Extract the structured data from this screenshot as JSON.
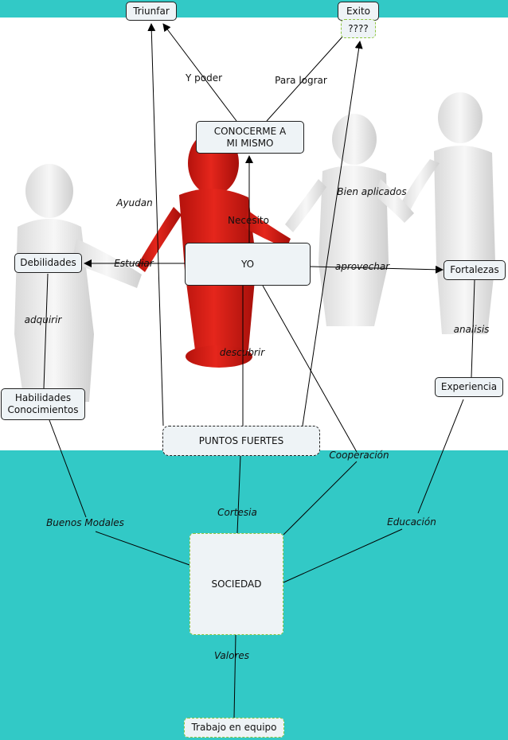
{
  "colors": {
    "background": "#32c9c6",
    "figure_red": "#e02219",
    "figure_white": "#f2f2f2"
  },
  "nodes": {
    "triunfar": "Triunfar",
    "exito": "Exito",
    "question": "????",
    "conocerme": "CONOCERME A\nMI MISMO",
    "debilidades": "Debilidades",
    "yo": "YO",
    "fortalezas": "Fortalezas",
    "habilidades": "Habilidades\nConocimientos",
    "experiencia": "Experiencia",
    "puntos": "PUNTOS FUERTES",
    "sociedad": "SOCIEDAD",
    "trabajo": "Trabajo en equipo"
  },
  "links": {
    "y_poder": "Y poder",
    "para_lograr": "Para lograr",
    "ayudan": "Ayudan",
    "bien_aplicados": "Bien aplicados",
    "necesito": "Necesito",
    "estudiar": "Estudiar",
    "aprovechar": "aprovechar",
    "adquirir": "adquirir",
    "analisis": "analisis",
    "descubrir": "descubrir",
    "cooperacion": "Cooperación",
    "cortesia": "Cortesia",
    "buenos_modales": "Buenos Modales",
    "educacion": "Educación",
    "valores": "Valores"
  }
}
